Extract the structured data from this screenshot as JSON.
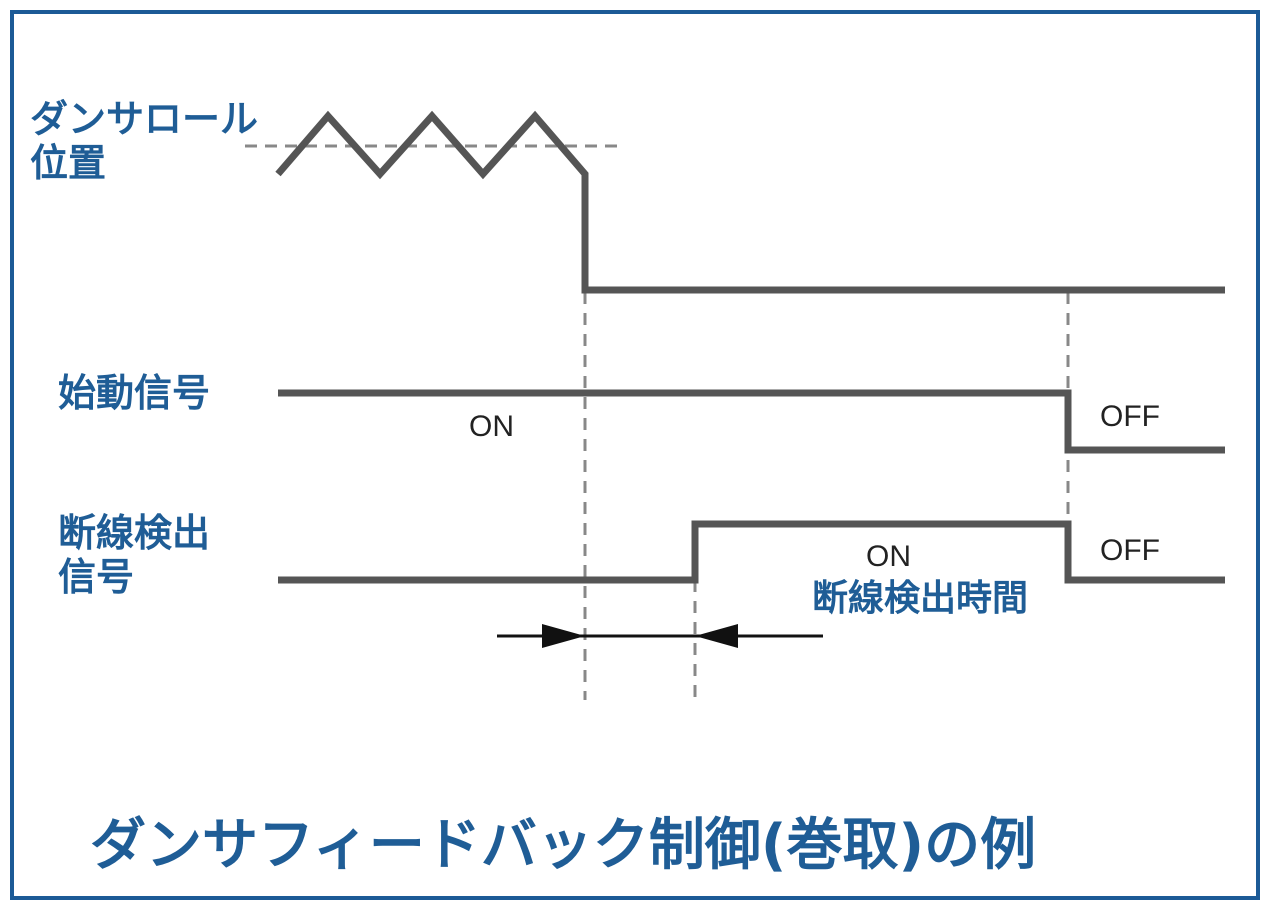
{
  "labels": {
    "dancer_position_line1": "ダンサロール",
    "dancer_position_line2": "位置",
    "start_signal": "始動信号",
    "break_detect_line1": "断線検出",
    "break_detect_line2": "信号",
    "break_detect_time": "断線検出時間"
  },
  "states": {
    "start_on": "ON",
    "start_off": "OFF",
    "break_on": "ON",
    "break_off": "OFF"
  },
  "caption": "ダンサフィードバック制御(巻取)の例",
  "colors": {
    "frame": "#1c5a96",
    "label_text": "#1f5d96",
    "signal_line": "#555555",
    "guide_dashed": "#888888",
    "arrow": "#111111"
  }
}
